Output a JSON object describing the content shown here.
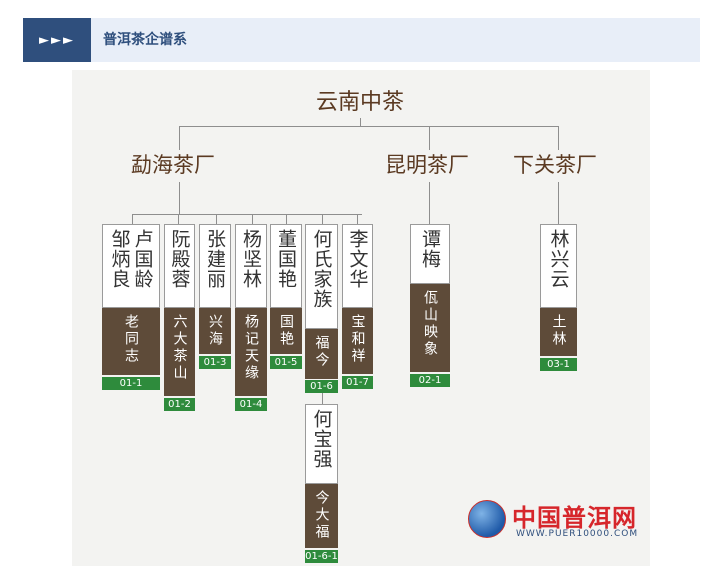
{
  "header": {
    "arrows": "►►►",
    "title": "普洱茶企谱系"
  },
  "diagram": {
    "root": "云南中茶",
    "factories": [
      {
        "name": "勐海茶厂"
      },
      {
        "name": "昆明茶厂"
      },
      {
        "name": "下关茶厂"
      }
    ],
    "people": [
      {
        "cols": [
          "卢国龄",
          "邹炳良"
        ],
        "brand": [
          "老同志"
        ],
        "code": "01-1"
      },
      {
        "cols": [
          "阮殿蓉"
        ],
        "brand": [
          "六大茶山"
        ],
        "code": "01-2"
      },
      {
        "cols": [
          "张建丽"
        ],
        "brand": [
          "兴海"
        ],
        "code": "01-3"
      },
      {
        "cols": [
          "杨坚林"
        ],
        "brand": [
          "杨记天缘"
        ],
        "code": "01-4"
      },
      {
        "cols": [
          "董国艳"
        ],
        "brand": [
          "国艳"
        ],
        "code": "01-5"
      },
      {
        "cols": [
          "何氏家族"
        ],
        "brand": [
          "福今"
        ],
        "code": "01-6"
      },
      {
        "cols": [
          "李文华"
        ],
        "brand": [
          "宝和祥"
        ],
        "code": "01-7"
      },
      {
        "cols": [
          "谭梅"
        ],
        "brand": [
          "佤山映象"
        ],
        "code": "02-1"
      },
      {
        "cols": [
          "林兴云"
        ],
        "brand": [
          "土林"
        ],
        "code": "03-1"
      },
      {
        "cols": [
          "何宝强"
        ],
        "brand": [
          "今大福"
        ],
        "code": "01-6-1"
      }
    ]
  },
  "logo": {
    "name": "中国普洱网",
    "url": "WWW.PUER10000.COM"
  }
}
